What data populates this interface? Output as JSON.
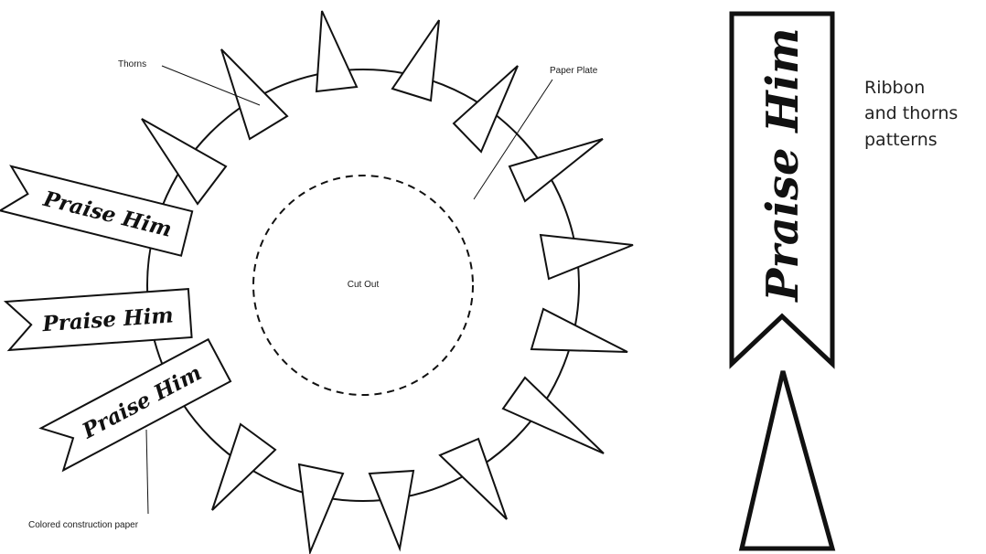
{
  "labels": {
    "thorns": "Thorns",
    "paper_plate": "Paper Plate",
    "cut_out": "Cut Out",
    "colored_paper": "Colored construction paper"
  },
  "ribbon_text": "Praise Him",
  "patterns_caption": [
    "Ribbon",
    "and thorns",
    "patterns"
  ],
  "colors": {
    "line": "#111111",
    "fill": "#ffffff"
  }
}
